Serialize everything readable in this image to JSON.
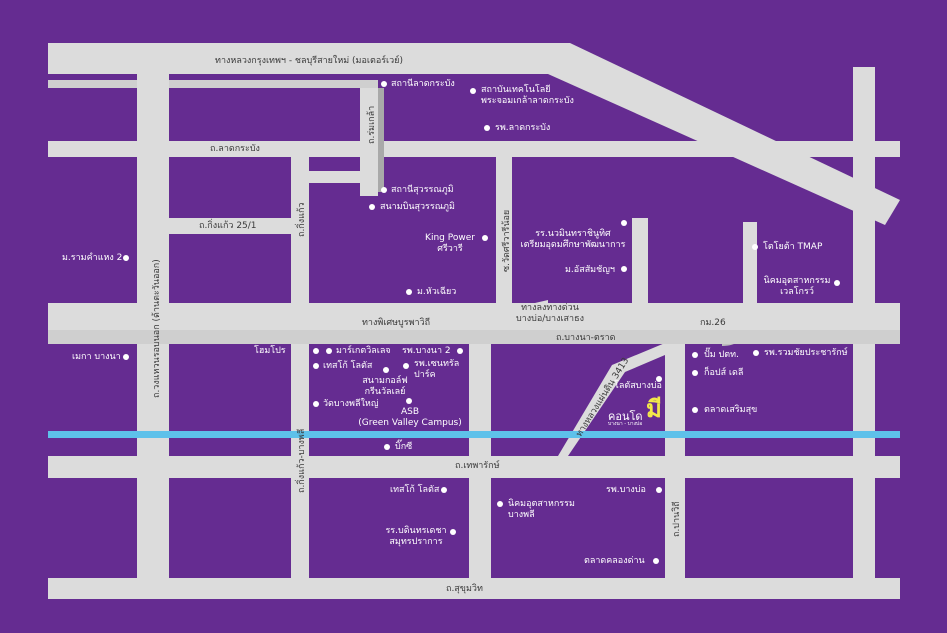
{
  "colors": {
    "background": "#652c91",
    "road": "#dcdcdc",
    "rail": "#5ec1ea",
    "label": "#3a3a3a",
    "poi_label": "#ffffff",
    "brand": "#f2e84a"
  },
  "roads": {
    "motorway": "ทางหลวงกรุงเทพฯ - ชลบุรีสายใหม่ (มอเตอร์เวย์)",
    "lat_krabang": "ถ.ลาดกระบัง",
    "rom_klao": "ถ.ร่มเกล้า",
    "king_kaeo_25_1": "ถ.กิ่งแก้ว 25/1",
    "king_kaeo": "ถ.กิ่งแก้ว",
    "wat_sri_waree": "ซ.วัดศรีวารีน้อย",
    "outer_ring": "ถ.วงแหวนรอบนอก (ด้านตะวันออก)",
    "phiset_burapha": "ทางพิเศษบูรพาวิถี",
    "expressway_exit": "ทางลงทางด่วน\nบางบ่อ/บางเสาธง",
    "km26": "กม.26",
    "bang_na_trat": "ถ.บางนา-ตราด",
    "highway_3413": "ทางหลวงแผ่นดิน 3413",
    "thepharak": "ถ.เทพารักษ์",
    "king_kaeo_bang_phli": "ถ.กิ่งแก้ว-บางพลี",
    "pan_withi": "ถ.ปานวิถี",
    "sukhumvit": "ถ.สุขุมวิท"
  },
  "places": {
    "lat_krabang_station": "สถานีลาดกระบัง",
    "kmitl": "สถาบันเทคโนโลยี\nพระจอมเกล้าลาดกระบัง",
    "lat_krabang_hospital": "รพ.ลาดกระบัง",
    "suvarnabhumi_station": "สถานีสุวรรณภูมิ",
    "suvarnabhumi_airport": "สนามบินสุวรรณภูมิ",
    "ramkhamhaeng2": "ม.รามคำแหง 2",
    "king_power": "King Power\nศรีวารี",
    "nawamin_school": "รร.นวมินทราชินูทิศ\nเตรียมอุดมศึกษาพัฒนาการ",
    "assumption": "ม.อัสสัมชัญฯ",
    "toyota_tmap": "โตโยต้า TMAP",
    "welgrow": "นิคมอุตสาหกรรม\nเวลโกรว์",
    "hua_chiew": "ม.หัวเฉียว",
    "mega_bangna": "เมกา บางนา",
    "homepro": "โฮมโปร",
    "market_village": "มาร์เกตวิลเลจ",
    "tesco_lotus_1": "เทสโก้ โลตัส",
    "bangna2_hospital": "รพ.บางนา 2",
    "central_park": "รพ.เซนทรัล\nปาร์ค",
    "golf_green_valley": "สนามกอล์ฟ\nกรีนวัลเลย์",
    "wat_bangphli_yai": "วัดบางพลีใหญ่",
    "asb": "ASB\n(Green Valley Campus)",
    "big_c": "บิ๊กซี",
    "lotus_bangbo": "โลตัสบางบ่อ",
    "ptt_station": "ปั๊ม ปตท.",
    "rachaphat_hospital": "รพ.รวมชัยประชารักษ์",
    "global_house": "ก็อปส์ เดลี",
    "sermsuk_market": "ตลาดเสริมสุข",
    "tesco_lotus_2": "เทสโก้ โลตัส",
    "bangbo_hospital": "รพ.บางบ่อ",
    "bangphli_industrial": "นิคมอุตสาหกรรม\nบางพลี",
    "school_samut": "รร.บดินทรเดชา\nสมุทรปราการ",
    "khlong_dan_market": "ตลาดคลองด่าน"
  },
  "project": {
    "name": "คอนโด",
    "brand": "มี",
    "tagline": "บางนา - บางบ่อ"
  }
}
